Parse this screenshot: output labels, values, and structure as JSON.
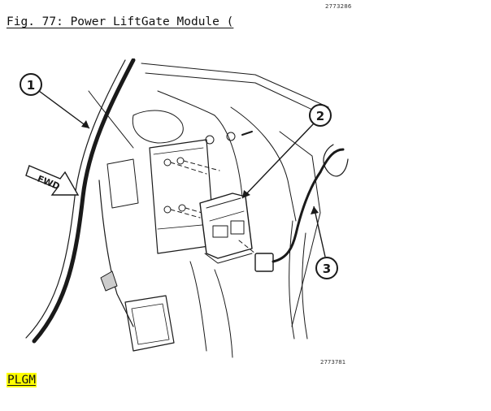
{
  "document": {
    "top_id": "2773286",
    "caption": "Fig. 77: Power LiftGate Module (",
    "figure": {
      "callouts": [
        "1",
        "2",
        "3"
      ],
      "direction_label": "FWD",
      "bottom_id": "2773781"
    },
    "highlight_label": "PLGM",
    "colors": {
      "highlight": "#ffff00",
      "ink": "#111111"
    }
  }
}
